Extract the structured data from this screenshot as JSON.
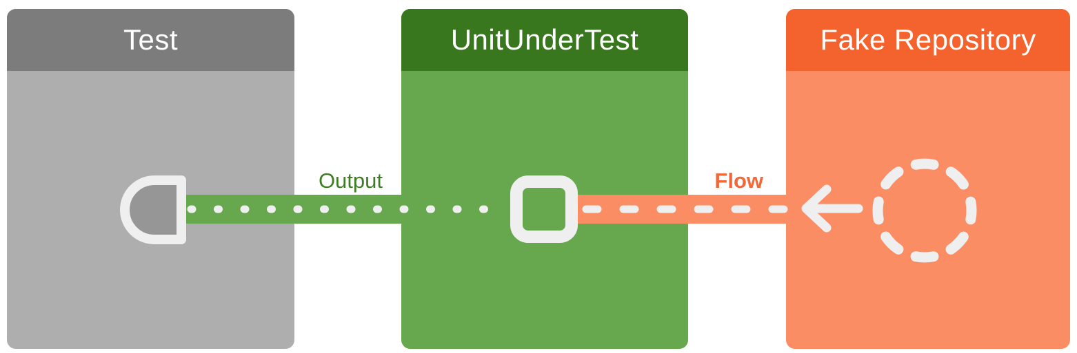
{
  "boxes": [
    {
      "id": "test",
      "title": "Test"
    },
    {
      "id": "unit_under_test",
      "title": "UnitUnderTest"
    },
    {
      "id": "fake_repository",
      "title": "Fake Repository"
    }
  ],
  "connections": [
    {
      "id": "output",
      "label": "Output",
      "line_style": "dotted",
      "from": "UnitUnderTest",
      "to": "Test"
    },
    {
      "id": "flow",
      "label": "Flow",
      "line_style": "dashed",
      "from": "Fake Repository",
      "to": "UnitUnderTest",
      "arrow_direction": "left"
    }
  ],
  "icons": [
    "test-port-icon",
    "unit-port-icon",
    "flow-arrow-left-icon",
    "fake-source-circle-icon"
  ],
  "colors": {
    "test_header": "#7c7c7c",
    "test_body": "#aeaeae",
    "uut_header": "#38771e",
    "uut_body": "#67a74e",
    "fake_header": "#f4622e",
    "fake_body": "#fa8d63",
    "glyph": "#efefef",
    "test_port_fill": "#969696",
    "output_label": "#3e7d23",
    "flow_label": "#f26838"
  }
}
